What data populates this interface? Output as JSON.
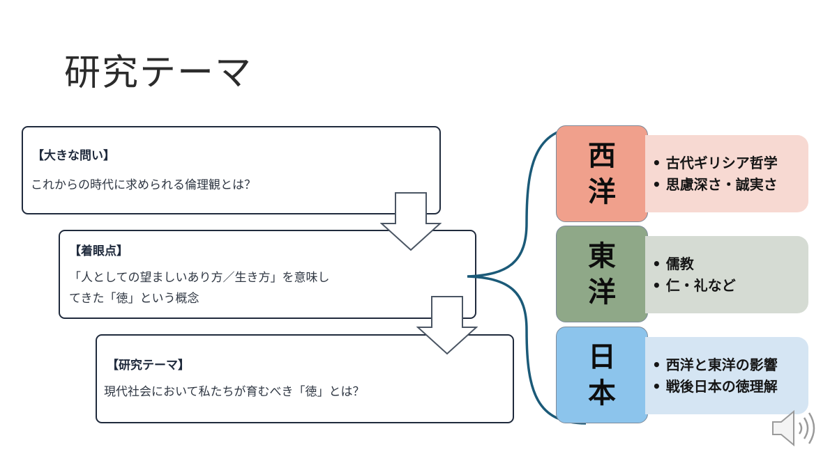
{
  "title": "研究テーマ",
  "boxes": {
    "question": {
      "heading": "【大きな問い】",
      "text": "これからの時代に求められる倫理観とは？"
    },
    "focus": {
      "heading": "【着眼点】",
      "text_line1": "「人としての望ましいあり方／生き方」を意味し",
      "text_line2": "てきた「徳」という概念"
    },
    "theme": {
      "heading": "【研究テーマ】",
      "text": "現代社会において私たちが育むべき「徳」とは？"
    }
  },
  "regions": [
    {
      "char1": "西",
      "char2": "洋",
      "items": [
        "古代ギリシア哲学",
        "思慮深さ・誠実さ"
      ],
      "tile_color": "#f0a08c",
      "panel_color": "#f7d9d2"
    },
    {
      "char1": "東",
      "char2": "洋",
      "items": [
        "儒教",
        "仁・礼など"
      ],
      "tile_color": "#8fa888",
      "panel_color": "#d5dbd3"
    },
    {
      "char1": "日",
      "char2": "本",
      "items": [
        "西洋と東洋の影響",
        "戦後日本の徳理解"
      ],
      "tile_color": "#8cc4ec",
      "panel_color": "#d5e5f3"
    }
  ],
  "colors": {
    "brace": "#1b5a78",
    "box_border": "#1f2a3c"
  },
  "icons": {
    "audio": "speaker-icon"
  }
}
